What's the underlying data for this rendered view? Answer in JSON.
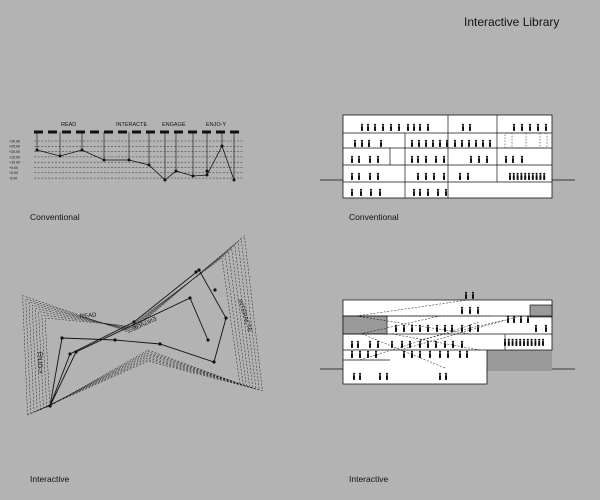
{
  "title": "Interactive Library",
  "captions": {
    "top_left": "Conventional",
    "top_right": "Conventional",
    "bottom_left": "Interactive",
    "bottom_right": "Interactive"
  },
  "conventional_chart": {
    "categories": [
      "READ",
      "INTERACTE",
      "ENGAGE",
      "ENJO-Y"
    ],
    "y_ticks": [
      "+30.00",
      "+25.00",
      "+20.00",
      "+15.00",
      "+10.00",
      "+5.00",
      "+0.00",
      "-5.00"
    ]
  },
  "interactive_chart": {
    "labels": [
      "READ",
      "ENGAGE",
      "INTERACTE",
      "ENJO-Y"
    ]
  },
  "colors": {
    "background": "#b3b3b3",
    "ink": "#111111",
    "panel": "#ffffff",
    "shade": "#9a9a9a"
  },
  "icons": [
    "person-icon"
  ]
}
